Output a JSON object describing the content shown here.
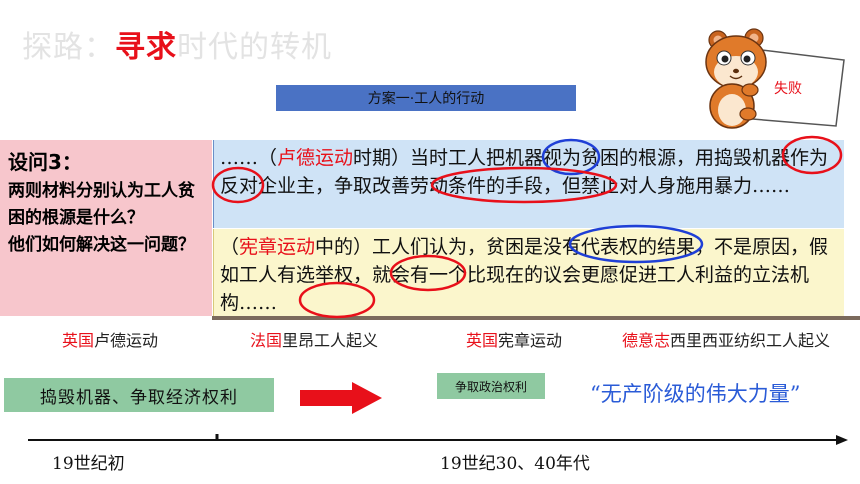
{
  "title": {
    "prefix": "探路：",
    "highlight": "寻求",
    "suffix": "时代的转机"
  },
  "plan_bar": "方案一·工人的行动",
  "hamster_sign": "失败",
  "question": {
    "label": "设问3：",
    "line1": "两则材料分别认为工人贫困的根源是什么？",
    "line2": "他们如何解决这一问题？"
  },
  "material1": {
    "pre": "……（",
    "movement": "卢德运动",
    "post": "时期）当时工人把机器视为贫困的根源，用捣毁机器作为反对企业主，争取改善劳动条件的手段，但禁止对人身施用暴力……"
  },
  "material2": {
    "pre": "（",
    "movement": "宪章运动",
    "post": "中的）工人们认为，贫困是没有代表权的结果，不是原因，假如工人有选举权，就会有一个比现在的议会更愿促进工人利益的立法机构……"
  },
  "captions": [
    {
      "country": "英国",
      "event": "卢德运动"
    },
    {
      "country": "法国",
      "event": "里昂工人起义"
    },
    {
      "country": "英国",
      "event": "宪章运动"
    },
    {
      "country": "德意志",
      "event": "西里西亚纺织工人起义"
    }
  ],
  "stage1_label": "捣毁机器、争取经济权利",
  "stage2_label": "争取政治权利",
  "quote": "“无产阶级的伟大力量”",
  "timeline": {
    "start": "19世纪初",
    "end": "19世纪30、40年代"
  },
  "colors": {
    "accent_red": "#e8101a",
    "plan_blue": "#4a72c4",
    "green_label": "#8fc9a1",
    "quote_blue": "#2a5bd7"
  }
}
